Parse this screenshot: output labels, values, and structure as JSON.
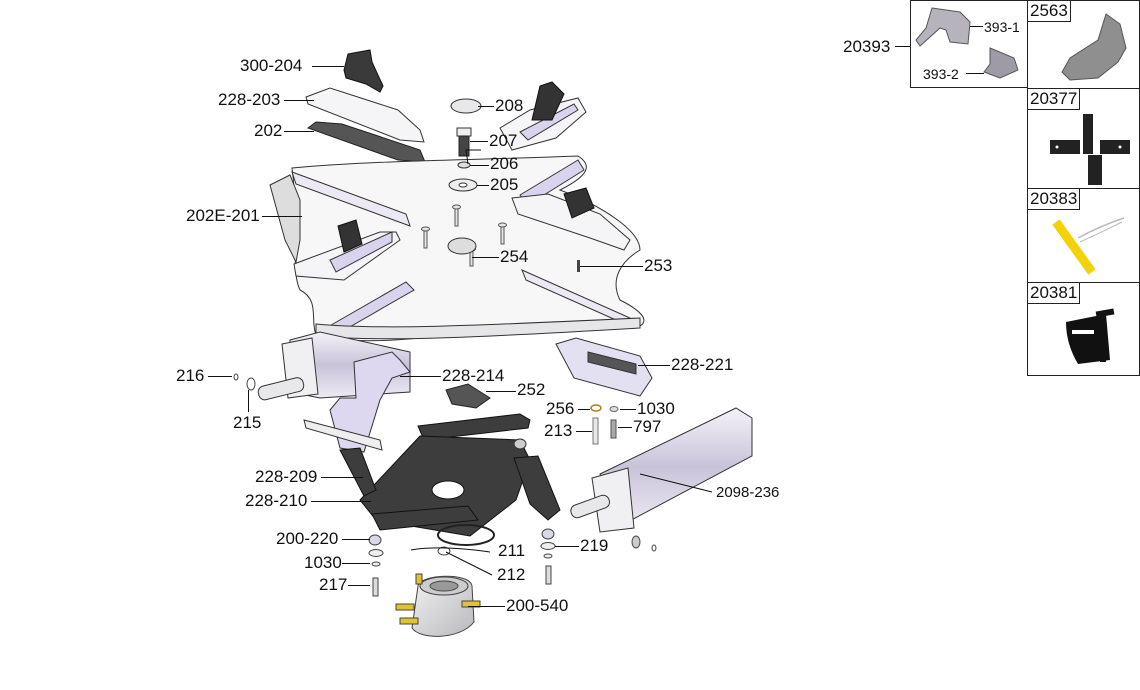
{
  "diagram": {
    "type": "exploded-parts-diagram",
    "main_labels": [
      {
        "id": "300-204",
        "text": "300-204"
      },
      {
        "id": "228-203",
        "text": "228-203"
      },
      {
        "id": "202",
        "text": "202"
      },
      {
        "id": "202E-201",
        "text": "202E-201"
      },
      {
        "id": "208",
        "text": "208"
      },
      {
        "id": "207",
        "text": "207"
      },
      {
        "id": "206",
        "text": "206"
      },
      {
        "id": "205",
        "text": "205"
      },
      {
        "id": "254",
        "text": "254"
      },
      {
        "id": "253",
        "text": "253"
      },
      {
        "id": "216",
        "text": "216"
      },
      {
        "id": "215",
        "text": "215"
      },
      {
        "id": "228-214",
        "text": "228-214"
      },
      {
        "id": "252",
        "text": "252"
      },
      {
        "id": "228-221",
        "text": "228-221"
      },
      {
        "id": "256",
        "text": "256"
      },
      {
        "id": "1030a",
        "text": "1030"
      },
      {
        "id": "213",
        "text": "213"
      },
      {
        "id": "797",
        "text": "797"
      },
      {
        "id": "228-209",
        "text": "228-209"
      },
      {
        "id": "228-210",
        "text": "228-210"
      },
      {
        "id": "2098-236",
        "text": "2098-236"
      },
      {
        "id": "200-220",
        "text": "200-220"
      },
      {
        "id": "211",
        "text": "211"
      },
      {
        "id": "219",
        "text": "219"
      },
      {
        "id": "1030b",
        "text": "1030"
      },
      {
        "id": "212",
        "text": "212"
      },
      {
        "id": "217",
        "text": "217"
      },
      {
        "id": "200-540",
        "text": "200-540"
      }
    ],
    "accessory_kit": {
      "label": "20393",
      "parts": [
        {
          "id": "393-1",
          "text": "393-1"
        },
        {
          "id": "393-2",
          "text": "393-2"
        }
      ]
    },
    "side_panels": [
      {
        "id": "2563",
        "title": "2563",
        "depicts": "plastic jaw protector"
      },
      {
        "id": "20377",
        "title": "20377",
        "depicts": "set of four jaw clamps"
      },
      {
        "id": "20383",
        "title": "20383",
        "depicts": "yellow rim protector with cord"
      },
      {
        "id": "20381",
        "title": "20381",
        "depicts": "black bead lever tool"
      }
    ],
    "colors": {
      "line": "#111111",
      "dark_part": "#3d3d3d",
      "light_part": "#f4f4f6",
      "lavender": "#d9d3ee",
      "brass": "#e2c32a",
      "yellow": "#f4d20a"
    }
  }
}
